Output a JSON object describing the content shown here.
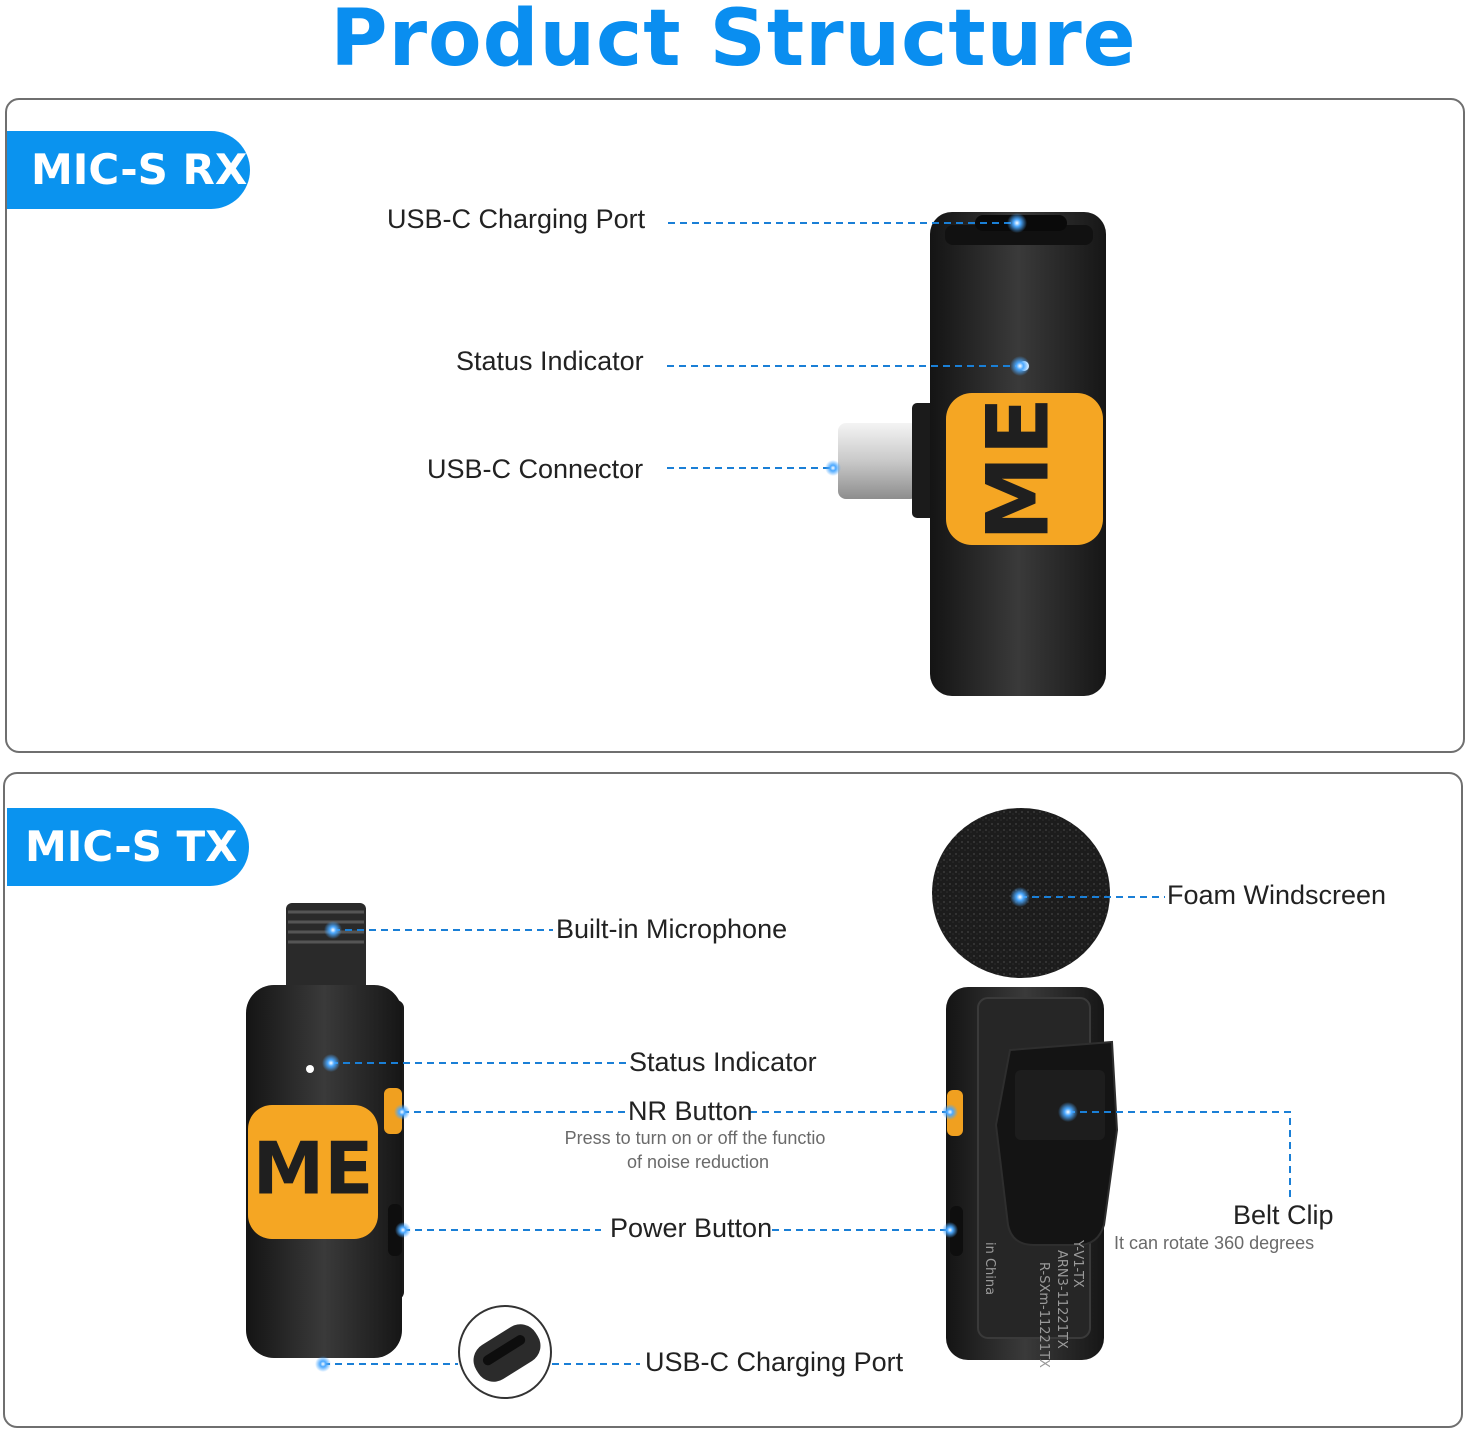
{
  "title": "Product Structure",
  "rx": {
    "tag": "MIC-S RX",
    "logo": "ME",
    "labels": {
      "charging_port": "USB-C Charging Port",
      "status_indicator": "Status Indicator",
      "connector": "USB-C Connector"
    }
  },
  "tx": {
    "tag": "MIC-S  TX",
    "logo": "ME",
    "labels": {
      "built_in_mic": "Built-in Microphone",
      "status_indicator": "Status Indicator",
      "nr_button": "NR Button",
      "nr_desc_1": "Press to turn on or off the functio",
      "nr_desc_2": "of noise reduction",
      "power_button": "Power Button",
      "charging_port": "USB-C Charging Port",
      "foam_windscreen": "Foam Windscreen",
      "belt_clip": "Belt Clip",
      "belt_clip_desc": "It can rotate 360 degrees"
    },
    "clip_print": [
      "Y-V1-TX",
      "ARN3-11221TX",
      "R-SXm-11221TX",
      "in China"
    ]
  },
  "colors": {
    "accent": "#0a93ef",
    "device": "#222222",
    "logo_bg": "#f5a623",
    "leader": "#1a7fd6"
  }
}
